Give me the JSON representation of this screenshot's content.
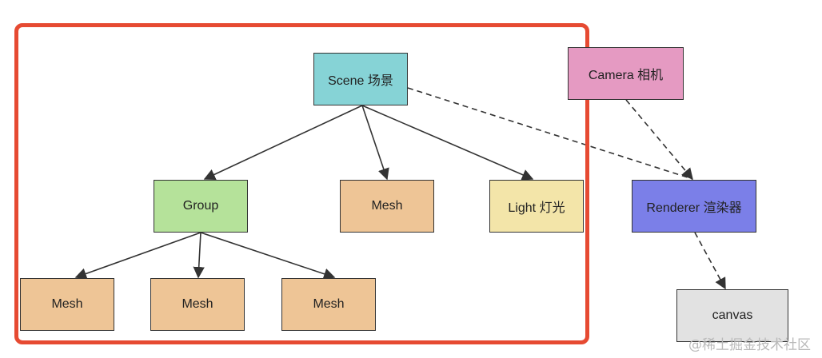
{
  "nodes": {
    "scene": {
      "label": "Scene 场景",
      "color": "#86d3d6"
    },
    "camera": {
      "label": "Camera 相机",
      "color": "#e59ac2"
    },
    "group": {
      "label": "Group",
      "color": "#b5e29a"
    },
    "mesh_top": {
      "label": "Mesh",
      "color": "#eec596"
    },
    "light": {
      "label": "Light 灯光",
      "color": "#f3e5a9"
    },
    "renderer": {
      "label": "Renderer 渲染器",
      "color": "#7b7fe8"
    },
    "mesh_1": {
      "label": "Mesh",
      "color": "#eec596"
    },
    "mesh_2": {
      "label": "Mesh",
      "color": "#eec596"
    },
    "mesh_3": {
      "label": "Mesh",
      "color": "#eec596"
    },
    "canvas": {
      "label": "canvas",
      "color": "#e2e2e2"
    }
  },
  "edges": [
    {
      "from": "scene",
      "to": "group",
      "style": "solid"
    },
    {
      "from": "scene",
      "to": "mesh_top",
      "style": "solid"
    },
    {
      "from": "scene",
      "to": "light",
      "style": "solid"
    },
    {
      "from": "group",
      "to": "mesh_1",
      "style": "solid"
    },
    {
      "from": "group",
      "to": "mesh_2",
      "style": "solid"
    },
    {
      "from": "group",
      "to": "mesh_3",
      "style": "solid"
    },
    {
      "from": "scene",
      "to": "renderer",
      "style": "dashed"
    },
    {
      "from": "camera",
      "to": "renderer",
      "style": "dashed"
    },
    {
      "from": "renderer",
      "to": "canvas",
      "style": "dashed"
    }
  ],
  "highlight_frame_color": "#e64a32",
  "watermark": "@稀土掘金技术社区"
}
